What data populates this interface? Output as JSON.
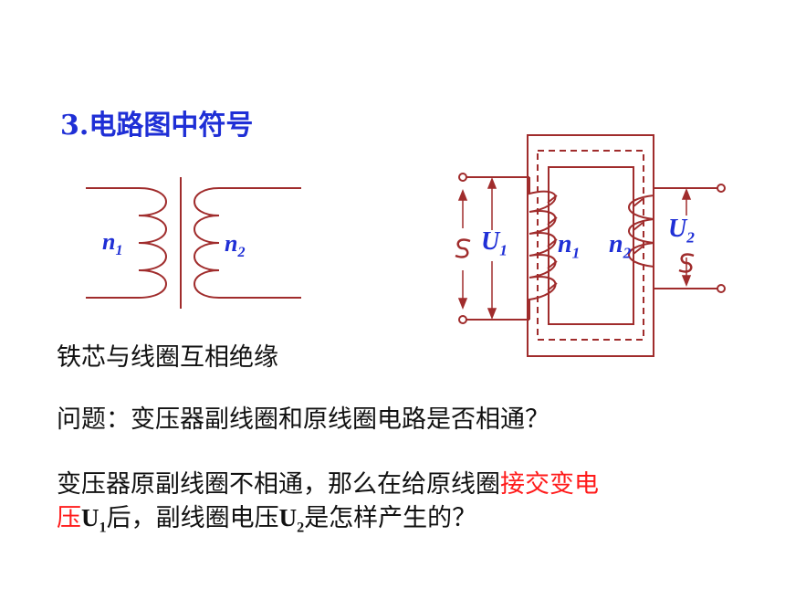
{
  "heading": "3.电路图中符号",
  "symbol": {
    "n1": "n",
    "n1_sub": "1",
    "n2": "n",
    "n2_sub": "2"
  },
  "transformer": {
    "U1": "U",
    "U1_sub": "1",
    "U2": "U",
    "U2_sub": "2",
    "n1": "n",
    "n1_sub": "1",
    "n2": "n",
    "n2_sub": "2",
    "ac_symbol": "~"
  },
  "lines": {
    "insulation": "铁芯与线圈互相绝缘",
    "question": "问题：变压器副线圈和原线圈电路是否相通？",
    "answer_part1": "变压器原副线圈不相通，那么在给原线圈",
    "answer_red1": "接交变电",
    "answer_red2": "压",
    "answer_u1": "U",
    "answer_u1_sub": "1",
    "answer_part2": "后，副线圈电压",
    "answer_u2": "U",
    "answer_u2_sub": "2",
    "answer_part3": "是怎样产生的？"
  },
  "colors": {
    "heading": "#1f2fd6",
    "wire": "#a02c2c",
    "highlight": "#ff1a1a"
  }
}
